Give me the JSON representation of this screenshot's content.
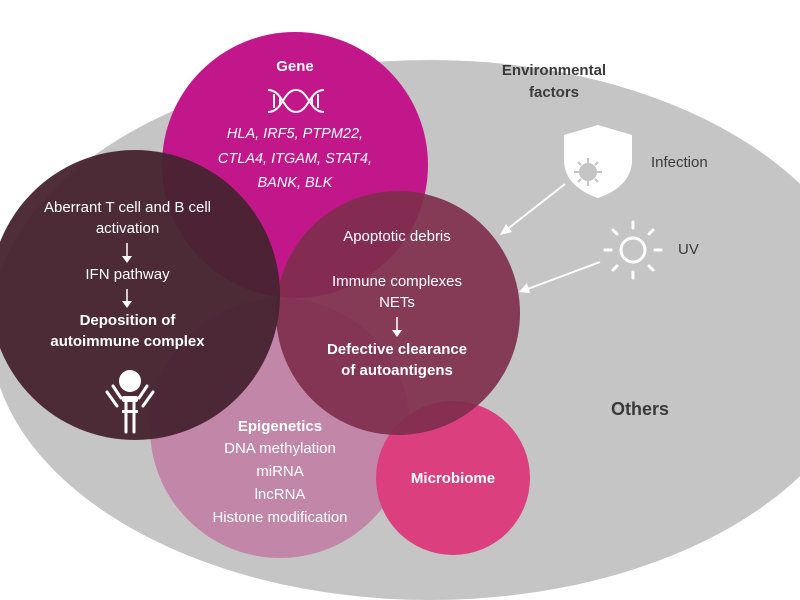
{
  "colors": {
    "background_ellipse": "#c6c5c5",
    "gene": "#c2178a",
    "autoimmune": "#46232f",
    "apoptotic": "#7f2e4c",
    "epigenetics": "#c287a8",
    "microbiome": "#dc3f7e",
    "icon_white": "#ffffff"
  },
  "gene": {
    "title": "Gene",
    "icon": "dna-icon",
    "genes_line1": "HLA, IRF5, PTPM22,",
    "genes_line2": "CTLA4, ITGAM, STAT4,",
    "genes_line3": "BANK, BLK"
  },
  "environmental": {
    "title_line1": "Environmental",
    "title_line2": "factors",
    "infection_label": "Infection",
    "infection_icon": "shield-virus-icon",
    "uv_label": "UV",
    "uv_icon": "sun-icon"
  },
  "autoimmune": {
    "line1": "Aberrant T cell and B cell",
    "line2": "activation",
    "step2": "IFN pathway",
    "result_line1": "Deposition of",
    "result_line2": "autoimmune complex",
    "icon": "antibody-icon"
  },
  "apoptotic": {
    "line1": "Apoptotic debris",
    "line2": "Immune complexes",
    "line3": "NETs",
    "result_line1": "Defective clearance",
    "result_line2": "of autoantigens"
  },
  "epigenetics": {
    "title": "Epigenetics",
    "items": [
      "DNA methylation",
      "miRNA",
      "lncRNA",
      "Histone modification"
    ]
  },
  "microbiome": {
    "title": "Microbiome"
  },
  "others": {
    "title": "Others"
  }
}
